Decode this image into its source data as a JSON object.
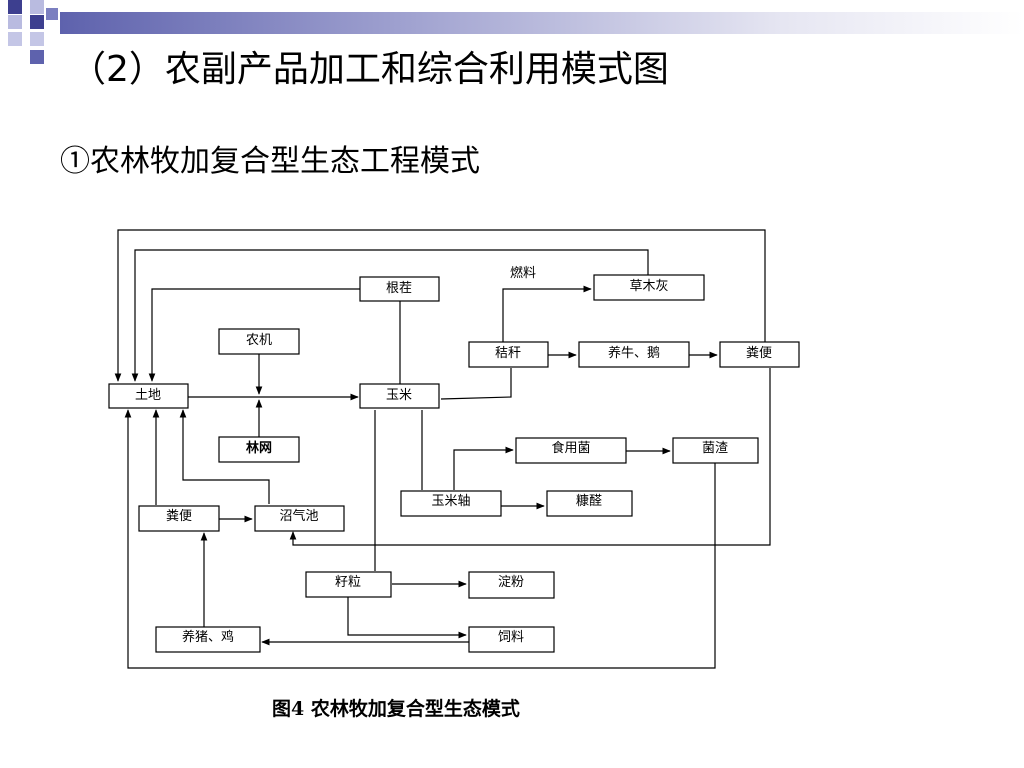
{
  "slide": {
    "title": "（2）农副产品加工和综合利用模式图",
    "subtitle": "①农林牧加复合型生态工程模式",
    "caption": "图4   农林牧加复合型生态模式"
  },
  "colors": {
    "accent_dark": "#3d3f8f",
    "accent_mid": "#7b7fc0",
    "accent_light": "#c4c6e6",
    "line": "#000000"
  },
  "diagram": {
    "nodes": {
      "land": "土地",
      "stubble": "根茬",
      "machinery": "农机",
      "forest_net": "林网",
      "corn": "玉米",
      "straw": "秸秆",
      "cattle_goose": "养牛、鹅",
      "manure_top": "粪便",
      "ash": "草木灰",
      "mushroom": "食用菌",
      "mushroom_residue": "菌渣",
      "corn_cob": "玉米轴",
      "furfural": "糠醛",
      "manure_left": "粪便",
      "biogas": "沼气池",
      "grain": "籽粒",
      "starch": "淀粉",
      "pig_chicken": "养猪、鸡",
      "feed": "饲料"
    },
    "edge_labels": {
      "fuel": "燃料"
    }
  }
}
